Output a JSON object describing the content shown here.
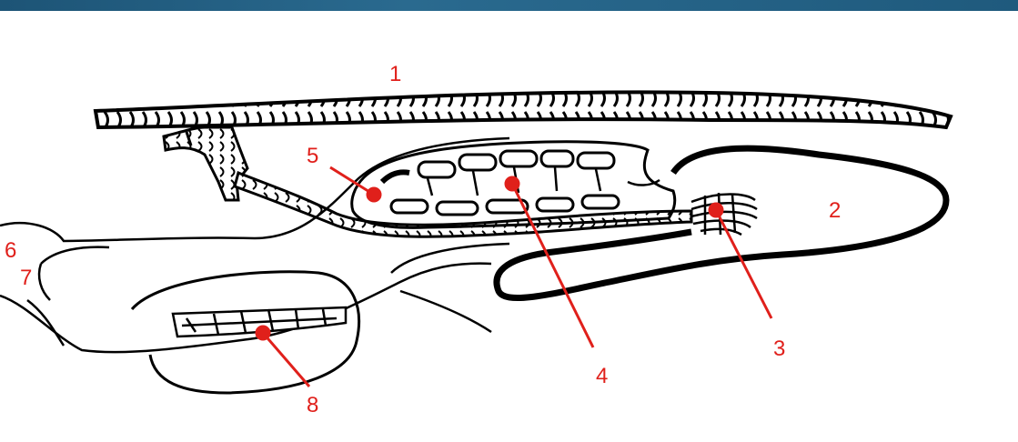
{
  "header_bar_color": "#1f5a7d",
  "label_color": "#e0201b",
  "labels": {
    "l1": "1",
    "l2": "2",
    "l3": "3",
    "l4": "4",
    "l5": "5",
    "l6": "6",
    "l7": "7",
    "l8": "8"
  }
}
